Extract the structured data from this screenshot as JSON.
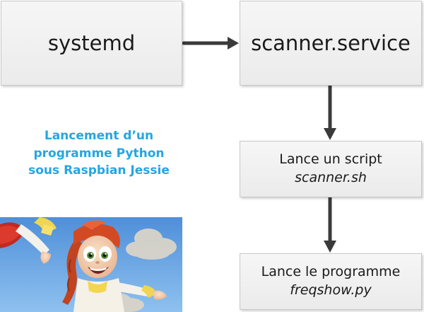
{
  "diagram": {
    "nodes": {
      "systemd": {
        "label": "systemd"
      },
      "service": {
        "label": "scanner.service"
      },
      "script": {
        "line1": "Lance un script",
        "line2": "scanner.sh"
      },
      "program": {
        "line1": "Lance le programme",
        "line2": "freqshow.py"
      }
    },
    "caption": {
      "line1": "Lancement d’un",
      "line2": "programme Python",
      "line3": "sous Raspbian Jessie"
    },
    "edges": [
      {
        "from": "systemd",
        "to": "service"
      },
      {
        "from": "service",
        "to": "script"
      },
      {
        "from": "script",
        "to": "program"
      }
    ],
    "colors": {
      "caption": "#25a6e1",
      "arrow": "#3a3a3a",
      "box_border": "#c8c8c8"
    },
    "picture": {
      "subject": "cartoon cowgirl with red braid jumping under a blue sky with clouds"
    }
  }
}
